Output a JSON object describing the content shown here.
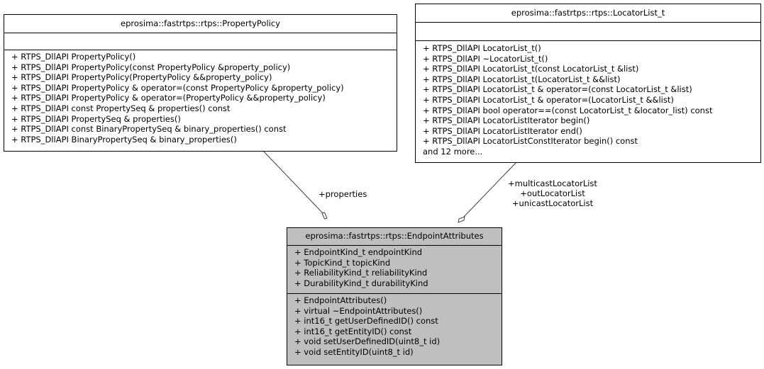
{
  "property_policy": {
    "title": "eprosima::fastrtps::rtps::PropertyPolicy",
    "attributes": [],
    "methods": [
      "+ RTPS_DllAPI PropertyPolicy()",
      "+ RTPS_DllAPI PropertyPolicy(const PropertyPolicy &property_policy)",
      "+ RTPS_DllAPI PropertyPolicy(PropertyPolicy &&property_policy)",
      "+ RTPS_DllAPI PropertyPolicy & operator=(const PropertyPolicy &property_policy)",
      "+ RTPS_DllAPI PropertyPolicy & operator=(PropertyPolicy &&property_policy)",
      "+ RTPS_DllAPI const PropertySeq & properties() const",
      "+ RTPS_DllAPI PropertySeq & properties()",
      "+ RTPS_DllAPI const BinaryPropertySeq & binary_properties() const",
      "+ RTPS_DllAPI BinaryPropertySeq & binary_properties()"
    ]
  },
  "locator_list": {
    "title": "eprosima::fastrtps::rtps::LocatorList_t",
    "attributes": [],
    "methods": [
      "+ RTPS_DllAPI LocatorList_t()",
      "+ RTPS_DllAPI ~LocatorList_t()",
      "+ RTPS_DllAPI LocatorList_t(const LocatorList_t &list)",
      "+ RTPS_DllAPI LocatorList_t(LocatorList_t &&list)",
      "+ RTPS_DllAPI LocatorList_t & operator=(const LocatorList_t &list)",
      "+ RTPS_DllAPI LocatorList_t & operator=(LocatorList_t &&list)",
      "+ RTPS_DllAPI bool operator==(const LocatorList_t &locator_list) const",
      "+ RTPS_DllAPI LocatorListIterator begin()",
      "+ RTPS_DllAPI LocatorListIterator end()",
      "+ RTPS_DllAPI LocatorListConstIterator begin() const",
      "and 12 more..."
    ]
  },
  "endpoint_attributes": {
    "title": "eprosima::fastrtps::rtps::EndpointAttributes",
    "attributes": [
      "+ EndpointKind_t endpointKind",
      "+ TopicKind_t topicKind",
      "+ ReliabilityKind_t reliabilityKind",
      "+ DurabilityKind_t durabilityKind"
    ],
    "methods": [
      "+ EndpointAttributes()",
      "+ virtual ~EndpointAttributes()",
      "+ int16_t getUserDefinedID() const",
      "+ int16_t getEntityID() const",
      "+ void setUserDefinedID(uint8_t id)",
      "+ void setEntityID(uint8_t id)"
    ]
  },
  "edges": {
    "properties_label": "+properties",
    "locator_labels": [
      "+multicastLocatorList",
      "+outLocatorList",
      "+unicastLocatorList"
    ]
  },
  "colors": {
    "highlighted_box": "#bfbfbf",
    "line": "#404040"
  }
}
